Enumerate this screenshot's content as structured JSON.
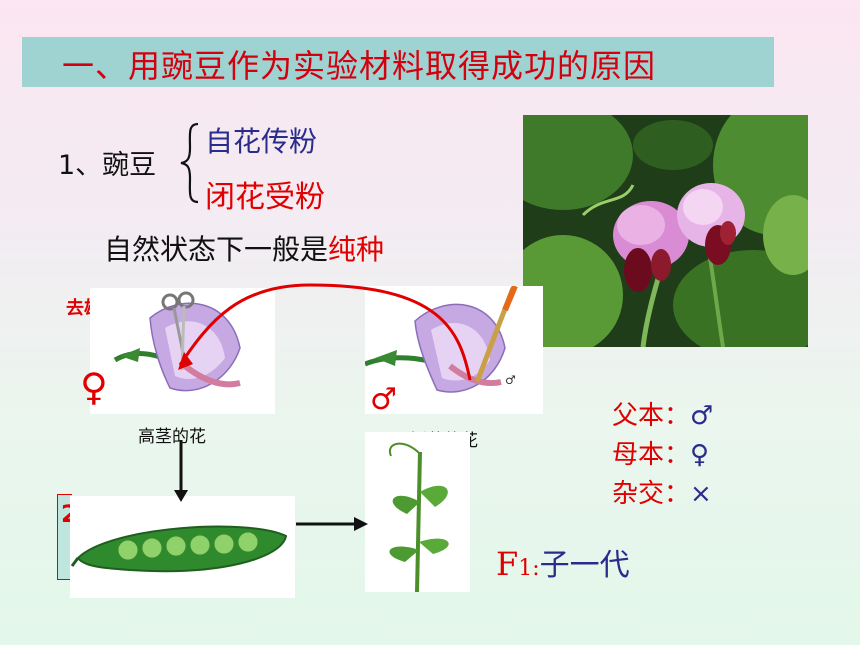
{
  "title": "一、用豌豆作为实验材料取得成功的原因",
  "pea": {
    "label": "1、豌豆",
    "option1": "自花传粉",
    "option2": "闭花受粉",
    "natural_prefix": "自然状态下一般是",
    "natural_highlight": "纯种"
  },
  "diagram": {
    "emasculation": "去雄",
    "tall_flower": "高茎的花",
    "short_flower": "矮茎的花",
    "female_symbol": "♀",
    "male_symbol": "♂",
    "small_male": "♂",
    "box_digit": "2"
  },
  "legend": {
    "father": "父本：",
    "father_sym": "♂",
    "mother": "母本：",
    "mother_sym": "♀",
    "cross": "杂交：",
    "cross_sym": "×"
  },
  "f1": {
    "letter": "F",
    "sub": "1:",
    "text": "子一代"
  },
  "colors": {
    "title_bg": "#9fd3d1",
    "red": "#e00000",
    "blue": "#2a2c8c"
  }
}
